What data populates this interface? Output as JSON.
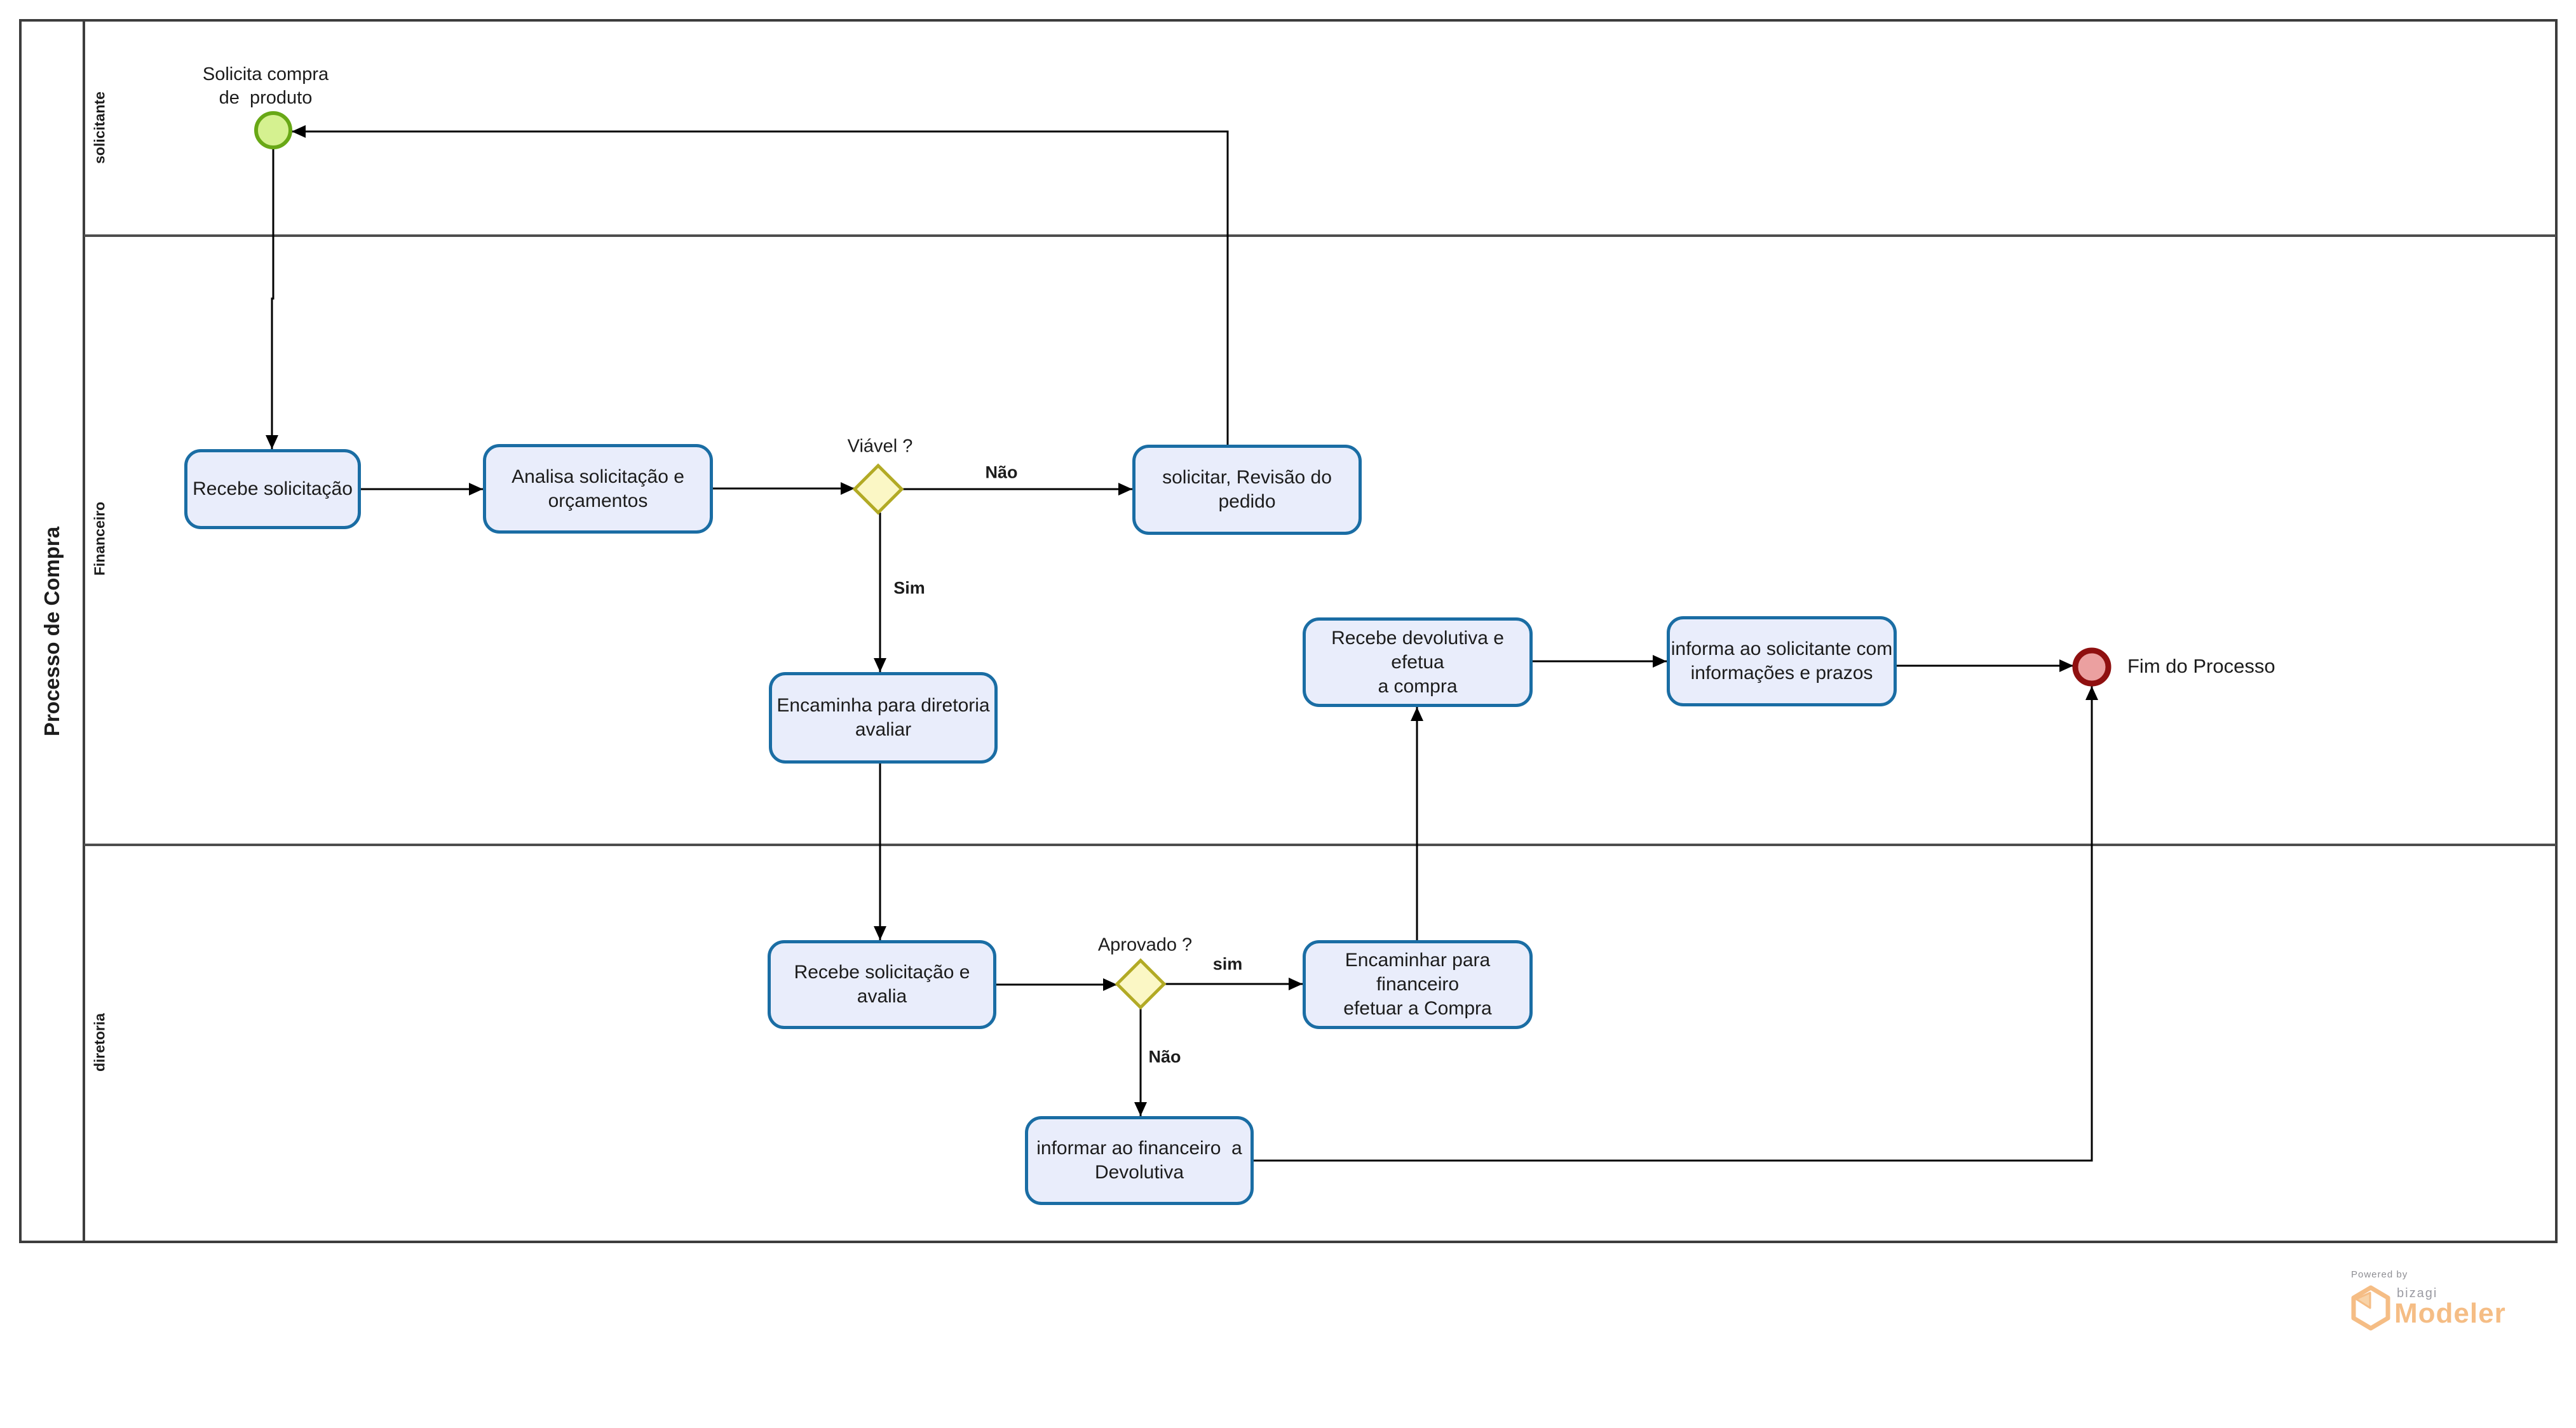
{
  "pool": {
    "label": "Processo de Compra",
    "lanes": [
      {
        "label": "solicitante"
      },
      {
        "label": "Financeiro"
      },
      {
        "label": "diretoria"
      }
    ]
  },
  "events": {
    "start": {
      "label": "Solicita compra\nde  produto"
    },
    "end": {
      "label": "Fim do Processo"
    }
  },
  "tasks": {
    "t1": {
      "label": "Recebe solicitação"
    },
    "t2": {
      "label": "Analisa solicitação e\norçamentos"
    },
    "t3": {
      "label": "solicitar, Revisão do pedido"
    },
    "t4": {
      "label": "Encaminha para diretoria\navaliar"
    },
    "t5": {
      "label": "Recebe solicitação e avalia"
    },
    "t6": {
      "label": "Encaminhar para financeiro\nefetuar a Compra"
    },
    "t7": {
      "label": "informar ao financeiro  a\nDevolutiva"
    },
    "t8": {
      "label": "Recebe devolutiva e efetua\na compra"
    },
    "t9": {
      "label": "informa ao solicitante com\ninformações e prazos"
    }
  },
  "gateways": {
    "g1": {
      "label": "Viável ?"
    },
    "g2": {
      "label": "Aprovado ?"
    }
  },
  "edge_labels": {
    "g1_no": "Não",
    "g1_yes": "Sim",
    "g2_yes": "sim",
    "g2_no": "Não"
  },
  "footer": {
    "powered_by": "Powered by",
    "brand": "bizagi",
    "product": "Modeler"
  },
  "colors": {
    "task_fill": "#e9edfb",
    "task_border": "#1a6da4",
    "gateway_fill": "#fbf7c5",
    "gateway_border": "#b2aa25",
    "start_fill": "#d5f190",
    "start_border": "#68a816",
    "end_fill": "#eba0a0",
    "end_border": "#8f1010",
    "flow_line": "#000000",
    "lane_line": "#474747",
    "logo_orange": "#f5bd85"
  }
}
